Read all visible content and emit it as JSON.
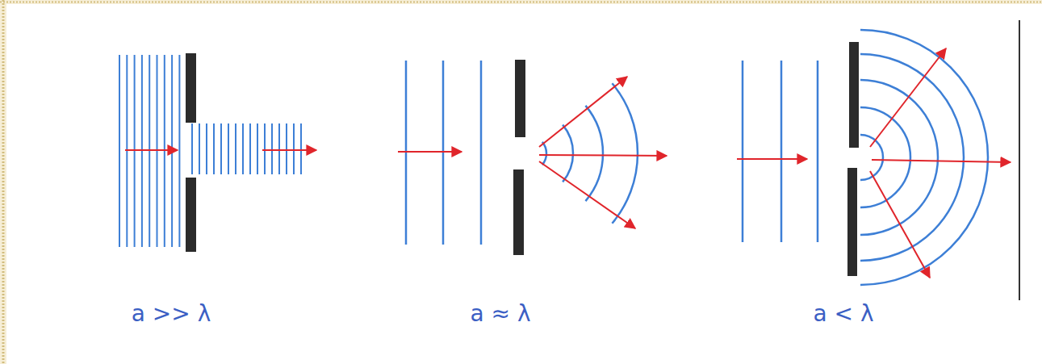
{
  "diagram": {
    "labels": [
      "a >> λ",
      "a ≈ λ",
      "a < λ"
    ]
  }
}
